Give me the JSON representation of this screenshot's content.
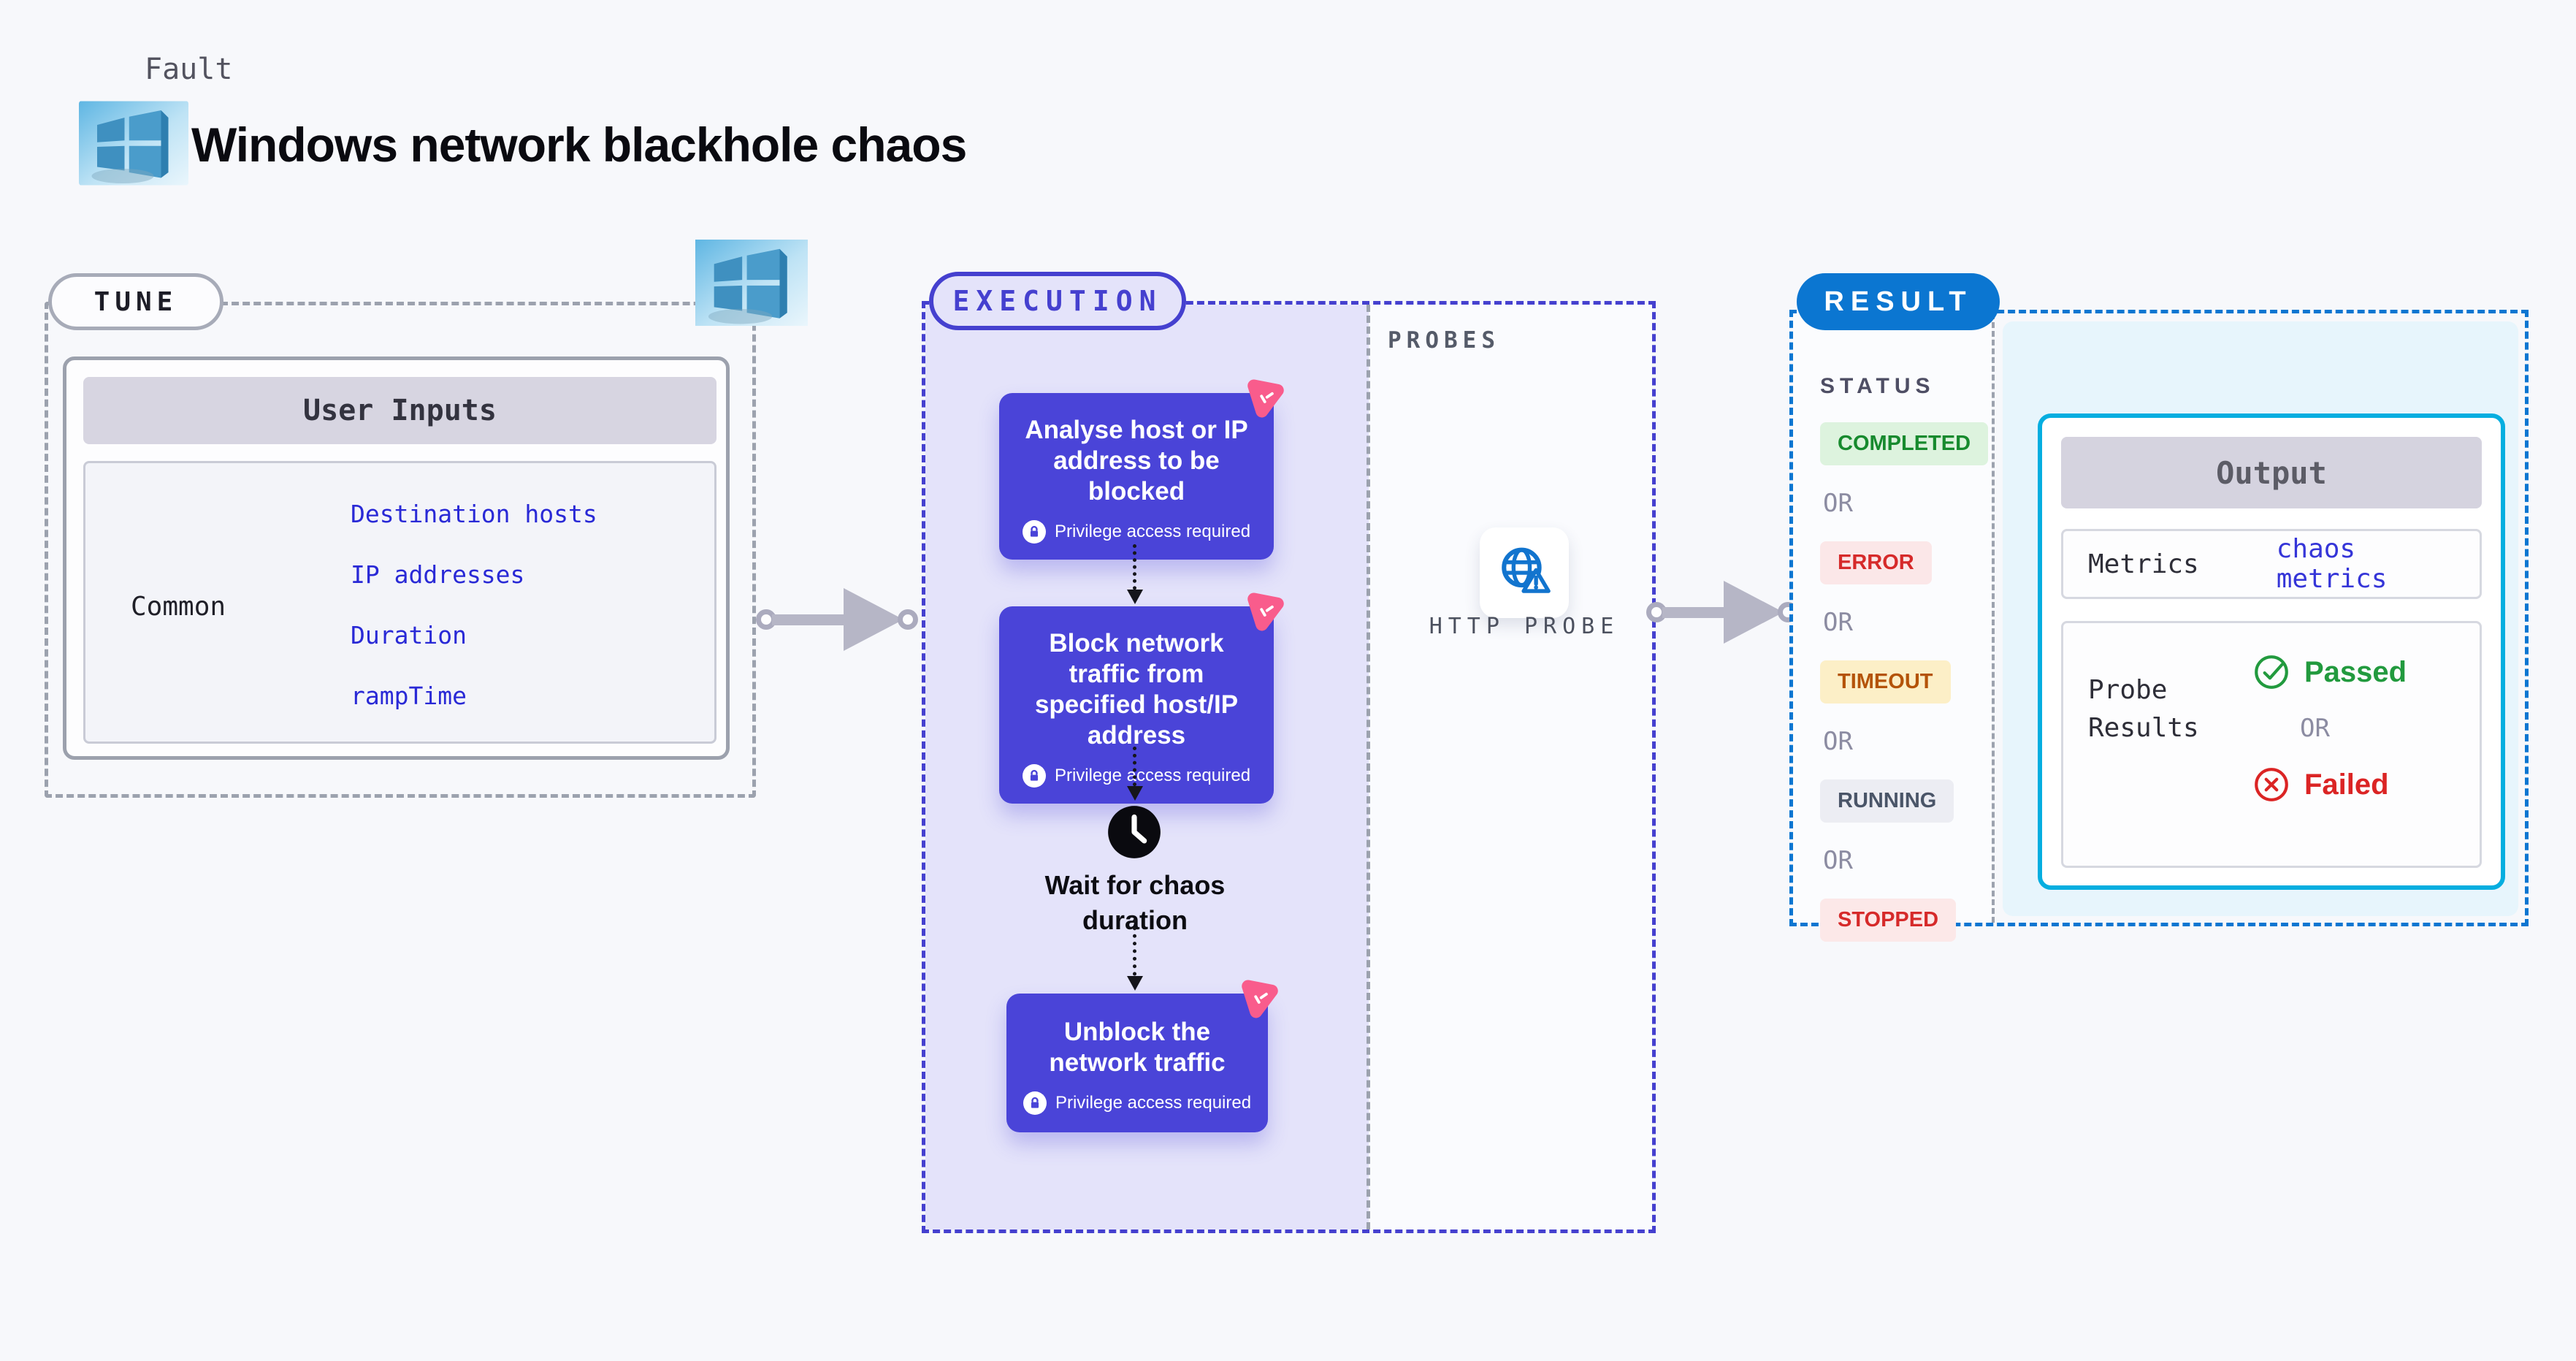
{
  "header": {
    "kicker": "Fault",
    "title": "Windows network blackhole chaos"
  },
  "colors": {
    "indigo": "#4A44D8",
    "indigo_border": "#4540CF",
    "pink_badge": "#F95C8C",
    "result_blue": "#0B76D1",
    "output_cyan_border": "#05AEE0",
    "cyan_bg": "#E7F5FC",
    "lavender_bg": "#E4E3FA",
    "green": "#229A3E",
    "red": "#DB2424",
    "amber": "#B45309"
  },
  "tune": {
    "label": "TUNE",
    "table": {
      "header": "User Inputs",
      "row_label": "Common",
      "inputs": [
        "Destination hosts",
        "IP addresses",
        "Duration",
        "rampTime"
      ]
    }
  },
  "execution": {
    "label": "EXECUTION",
    "steps": [
      {
        "title": "Analyse host or IP address to be blocked",
        "badge": "Privilege access required"
      },
      {
        "title": "Block network traffic from specified host/IP address",
        "badge": "Privilege access required"
      },
      {
        "title": "Wait for chaos duration"
      },
      {
        "title": "Unblock the network traffic",
        "badge": "Privilege access required"
      }
    ],
    "probes": {
      "label": "PROBES",
      "probe_name": "HTTP PROBE"
    }
  },
  "result": {
    "label": "RESULT",
    "status_heading": "STATUS",
    "or_label": "OR",
    "statuses": [
      "COMPLETED",
      "ERROR",
      "TIMEOUT",
      "RUNNING",
      "STOPPED"
    ],
    "output": {
      "header": "Output",
      "metrics_label": "Metrics",
      "metrics_value": "chaos metrics",
      "probe_label": "Probe Results",
      "passed": "Passed",
      "or": "OR",
      "failed": "Failed"
    }
  }
}
